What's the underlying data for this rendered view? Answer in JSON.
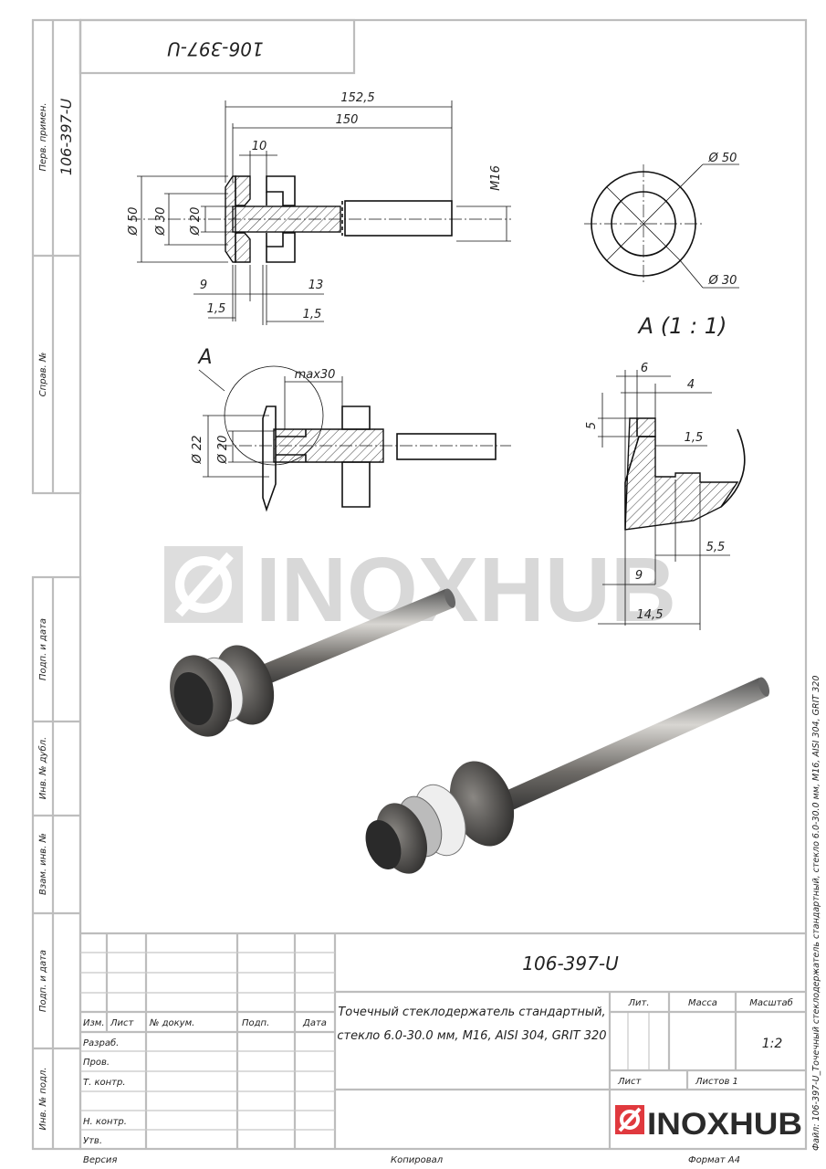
{
  "stamp_code": "106-397-U",
  "left_strip": [
    "Перв. примен.",
    "106-397-U",
    "Справ. №",
    "Подп. и дата",
    "Инв. № дубл.",
    "Взам. инв. №",
    "Подп. и дата",
    "Инв. № подл."
  ],
  "main_view": {
    "dims": [
      "152,5",
      "150",
      "10",
      "M16",
      "Ø 50",
      "Ø 30",
      "Ø 20",
      "9",
      "13",
      "1,5",
      "1,5"
    ]
  },
  "end_view": {
    "dims": [
      "Ø 50",
      "Ø 30"
    ]
  },
  "section_view": {
    "label": "A",
    "dims": [
      "max30",
      "Ø 22",
      "Ø 20"
    ]
  },
  "detail_view": {
    "title": "A (1 : 1)",
    "dims": [
      "6",
      "4",
      "5",
      "1,5",
      "5,5",
      "9",
      "14,5"
    ]
  },
  "watermark": "INOXHUB",
  "title_block": {
    "designation": "106-397-U",
    "description_line1": "Точечный стеклодержатель стандартный,",
    "description_line2": "стекло 6.0-30.0 мм, M16, AISI 304, GRIT 320",
    "headers": [
      "Изм.",
      "Лист",
      "№ докум.",
      "Подп.",
      "Дата"
    ],
    "roles": [
      "Разраб.",
      "Пров.",
      "Т. контр.",
      "",
      "Н. контр.",
      "Утв."
    ],
    "lit_label": "Лит.",
    "mass_label": "Масса",
    "scale_label": "Масштаб",
    "scale_value": "1:2",
    "sheet_label": "Лист",
    "sheets_label": "Листов 1",
    "logo_text": "INOXHUB",
    "brand_color": "#e0393e"
  },
  "footer": {
    "version": "Версия",
    "copied": "Копировал",
    "format": "Формат A4"
  },
  "side_file_label": "Файл: 106-397-U_Точечный стеклодержатель стандартный, стекло 6.0-30.0 мм, M16, AISI 304, GRIT 320"
}
